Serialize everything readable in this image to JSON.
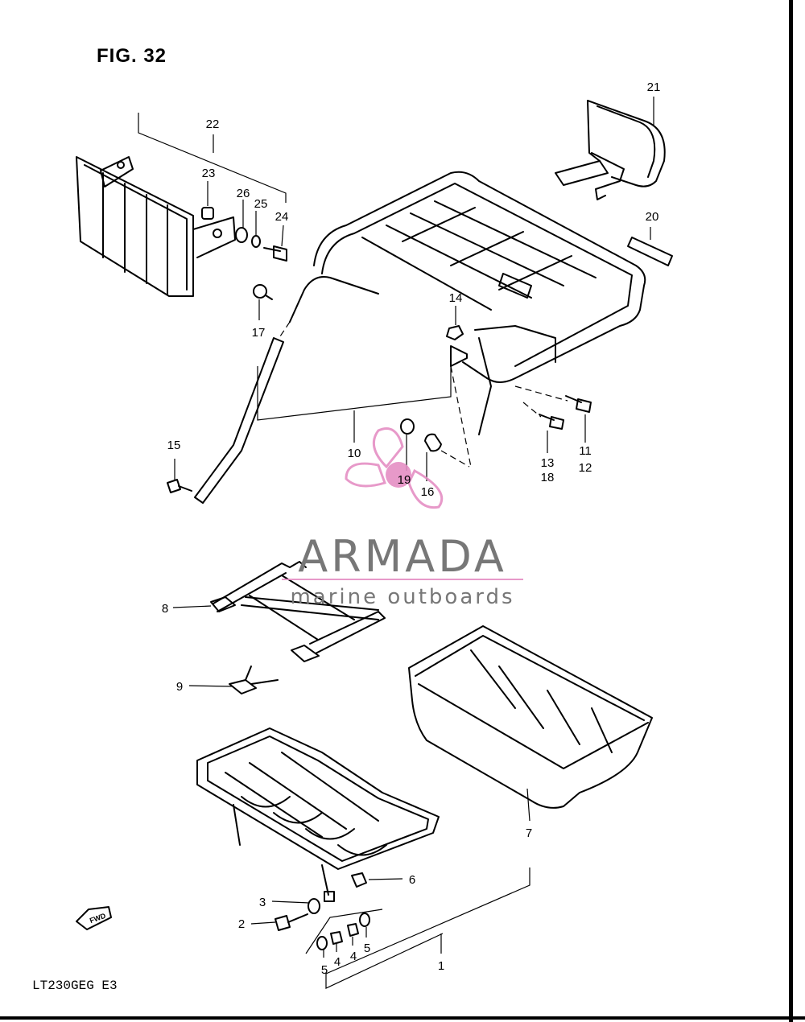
{
  "figure": {
    "title": "FIG. 32",
    "model_code": "LT230GEG  E3",
    "fwd_label": "FWD"
  },
  "watermark": {
    "brand": "ARMADA",
    "tagline": "marine outboards",
    "color": "#e58fc4",
    "text_color": "#777777"
  },
  "callouts": {
    "c1": "1",
    "c2": "2",
    "c3": "3",
    "c4a": "4",
    "c4b": "4",
    "c5a": "5",
    "c5b": "5",
    "c6": "6",
    "c7": "7",
    "c8": "8",
    "c9": "9",
    "c10": "10",
    "c11": "11",
    "c12": "12",
    "c13": "13",
    "c14": "14",
    "c15": "15",
    "c16": "16",
    "c17": "17",
    "c18": "18",
    "c19": "19",
    "c20": "20",
    "c21": "21",
    "c22": "22",
    "c23": "23",
    "c24": "24",
    "c25": "25",
    "c26": "26"
  }
}
